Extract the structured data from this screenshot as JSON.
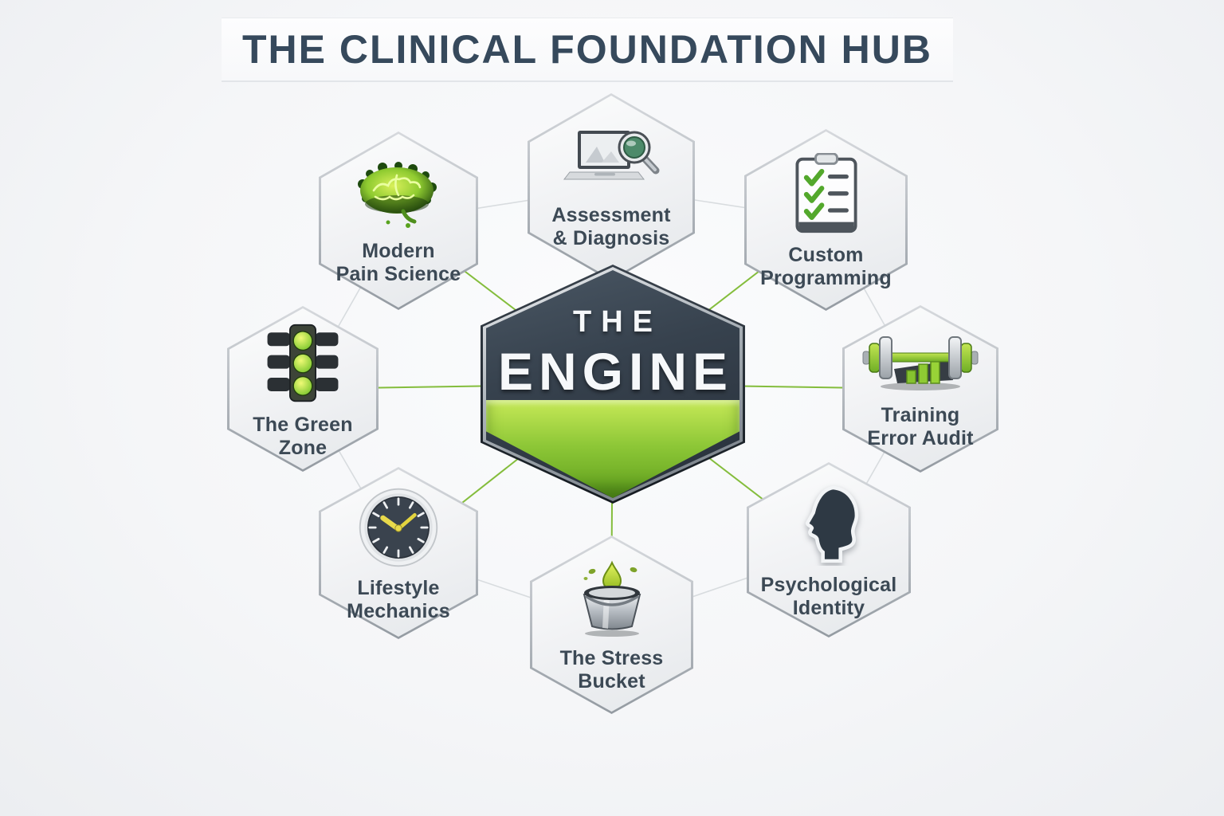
{
  "title": "THE CLINICAL FOUNDATION HUB",
  "center": {
    "line1": "THE",
    "line2": "ENGINE"
  },
  "nodes": [
    {
      "id": "modern-pain-science",
      "line1": "Modern",
      "line2": "Pain Science",
      "icon": "brain-icon"
    },
    {
      "id": "assessment-diagnosis",
      "line1": "Assessment",
      "line2": "& Diagnosis",
      "icon": "laptop-magnifier-icon"
    },
    {
      "id": "custom-programming",
      "line1": "Custom",
      "line2": "Programming",
      "icon": "checklist-icon"
    },
    {
      "id": "the-green-zone",
      "line1": "The Green Zone",
      "line2": "",
      "icon": "traffic-light-icon"
    },
    {
      "id": "training-error-audit",
      "line1": "Training",
      "line2": "Error Audit",
      "icon": "dumbbell-chart-icon"
    },
    {
      "id": "lifestyle-mechanics",
      "line1": "Lifestyle",
      "line2": "Mechanics",
      "icon": "clock-icon"
    },
    {
      "id": "the-stress-bucket",
      "line1": "The Stress",
      "line2": "Bucket",
      "icon": "bucket-droplet-icon"
    },
    {
      "id": "psychological-identity",
      "line1": "Psychological",
      "line2": "Identity",
      "icon": "head-silhouette-icon"
    }
  ],
  "colors": {
    "accent_green": "#76b82a",
    "chevron_green_light": "#c6e957",
    "chevron_green_dark": "#5f9f1d",
    "engine_dark": "#2e3844",
    "title_text": "#36495c",
    "label_text": "#3c4955",
    "hex_fill": "#f2f3f5",
    "hex_border": "#a9afb6",
    "connector_green": "#84bd3c",
    "connector_gray": "#d8dcdf"
  }
}
